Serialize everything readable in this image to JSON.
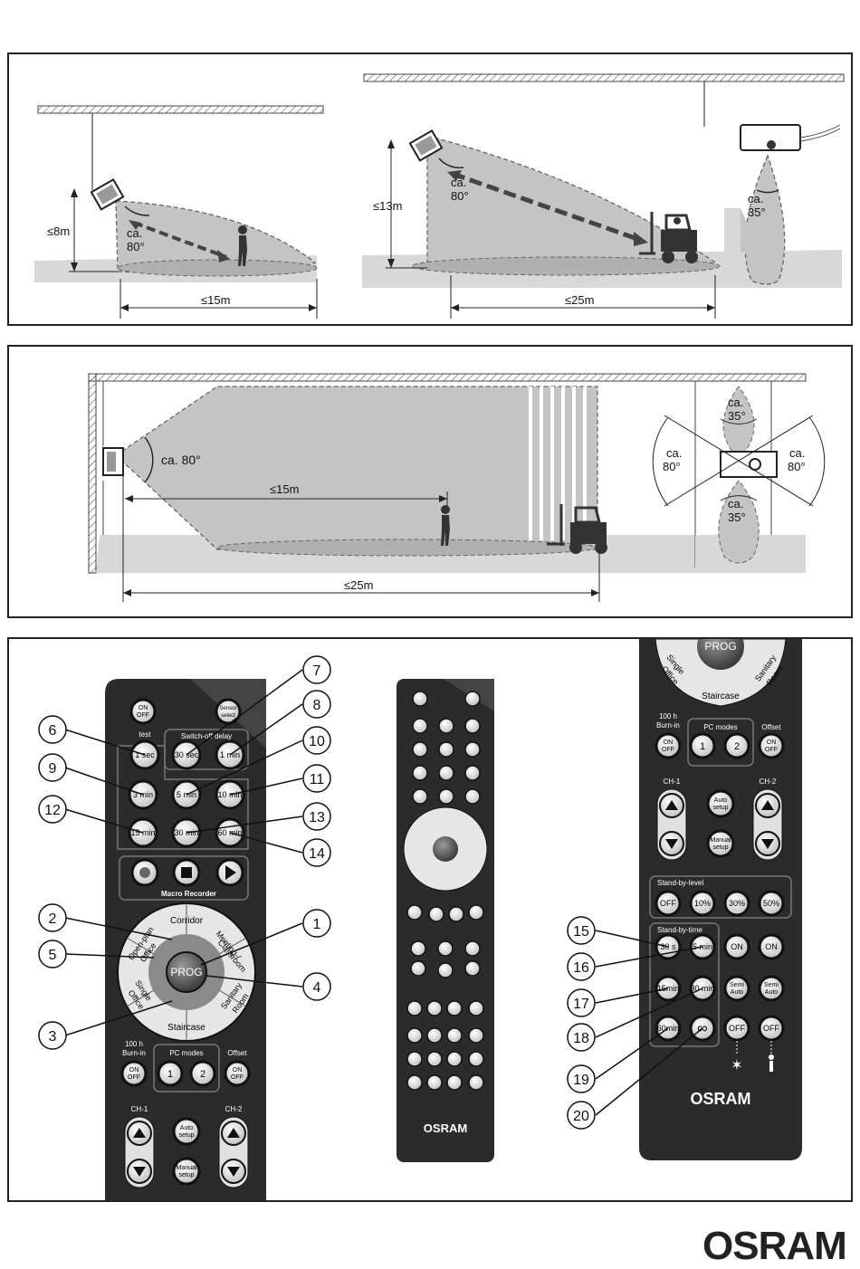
{
  "panel1": {
    "left": {
      "ceiling_height": "≤8m",
      "angle": "ca.\n80°",
      "range": "≤15m"
    },
    "right": {
      "ceiling_height": "≤13m",
      "angle": "ca.\n80°",
      "range": "≤25m",
      "angle_top": "ca.\n35°"
    }
  },
  "panel2": {
    "angle_side": "ca. 80°",
    "range_person": "≤15m",
    "range_forklift": "≤25m",
    "top_angle": "ca.\n35°",
    "bottom_angle": "ca.\n35°",
    "left_angle": "ca.\n80°",
    "right_angle": "ca.\n80°"
  },
  "remote_large": {
    "on_off": "ON\nOFF",
    "sensor_select": "Sensor\nselect",
    "test_label": "test",
    "switch_off_delay": "Switch-off delay",
    "delays": [
      "1 sec",
      "30 sec",
      "1 min",
      "3 min",
      "5 min",
      "10 min",
      "15 min",
      "30 min",
      "60 min"
    ],
    "macro_recorder": "Macro Recorder",
    "wheel": [
      "Corridor",
      "Meeting-/\nClassroom",
      "Sanitary\nRoom",
      "Staircase",
      "Single\nOffice",
      "Open-plan\nOffice"
    ],
    "prog": "PROG",
    "burn_in": "100 h\nBurn-in",
    "pc_modes": "PC modes",
    "pc_buttons": [
      "1",
      "2"
    ],
    "offset": "Offset",
    "ch1": "CH-1",
    "ch2": "CH-2",
    "auto_setup": "Auto\nsetup",
    "manual_setup": "Manual\nsetup"
  },
  "remote_right": {
    "prog": "PROG",
    "wheel": [
      "Single\nOffice",
      "Staircase",
      "Sanitary\nRoom"
    ],
    "burn_in": "100 h\nBurn-in",
    "pc_modes": "PC modes",
    "pc_buttons": [
      "1",
      "2"
    ],
    "offset": "Offset",
    "on_off": "ON\nOFF",
    "ch1": "CH-1",
    "ch2": "CH-2",
    "auto_setup": "Auto\nsetup",
    "manual_setup": "Manual\nsetup",
    "standby_level": "Stand-by-level",
    "levels": [
      "OFF",
      "10%",
      "30%",
      "50%"
    ],
    "standby_time": "Stand-by-time",
    "times": [
      "30 s",
      "5 min",
      "15min",
      "30 min",
      "60min",
      "∞"
    ],
    "on": "ON",
    "semi_auto": "Semi\nAuto",
    "off": "OFF",
    "brand": "OSRAM"
  },
  "remote_small": {
    "brand": "OSRAM"
  },
  "callouts": [
    "1",
    "2",
    "3",
    "4",
    "5",
    "6",
    "7",
    "8",
    "9",
    "10",
    "11",
    "12",
    "13",
    "14",
    "15",
    "16",
    "17",
    "18",
    "19",
    "20"
  ],
  "page_brand": "OSRAM"
}
